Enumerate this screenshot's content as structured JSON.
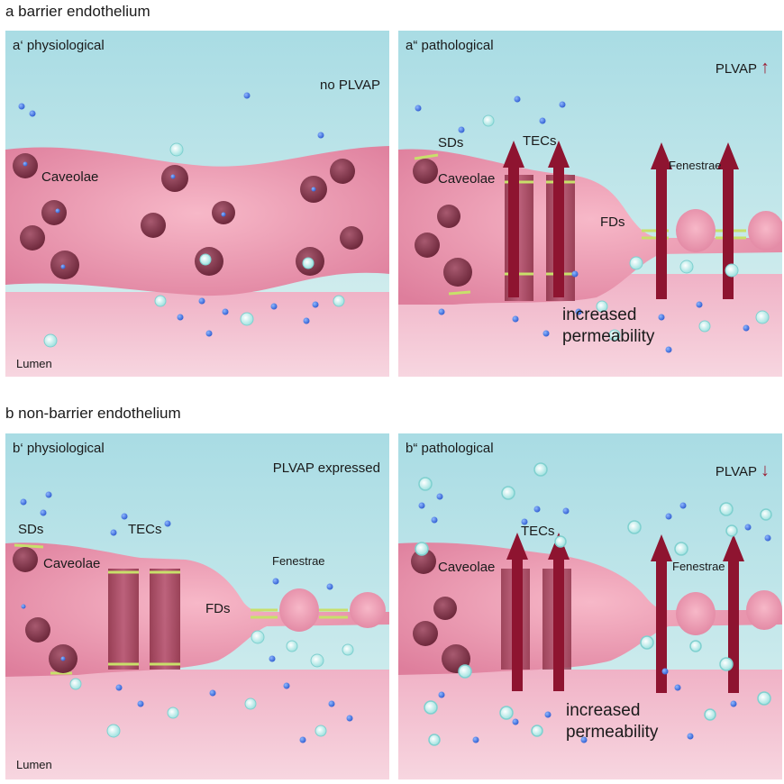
{
  "sections": {
    "a_title": "a barrier endothelium",
    "b_title": "b non-barrier endothelium"
  },
  "panels": {
    "a1": {
      "title": "a‘ physiological",
      "status": "no PLVAP",
      "caveolae": "Caveolae",
      "lumen": "Lumen"
    },
    "a2": {
      "title": "a“ pathological",
      "status": "PLVAP",
      "status_arrow": "↑",
      "sds": "SDs",
      "tecs": "TECs",
      "caveolae": "Caveolae",
      "fds": "FDs",
      "fenestrae": "Fenestrae",
      "permeability_line1": "increased",
      "permeability_line2": "permeability"
    },
    "b1": {
      "title": "b‘ physiological",
      "status": "PLVAP expressed",
      "sds": "SDs",
      "tecs": "TECs",
      "caveolae": "Caveolae",
      "fds": "FDs",
      "fenestrae": "Fenestrae",
      "lumen": "Lumen"
    },
    "b2": {
      "title": "b“ pathological",
      "status": "PLVAP",
      "status_arrow": "↓",
      "tecs": "TECs",
      "caveolae": "Caveolae",
      "fenestrae": "Fenestrae",
      "permeability_line1": "increased",
      "permeability_line2": "permeability"
    }
  },
  "colors": {
    "sky": "#bfe6ea",
    "cell": "#e48aa6",
    "lumen": "#f3bfd0",
    "caveola": "#7a3045",
    "arrow": "#8e1430",
    "junction": "#c8e06a"
  }
}
